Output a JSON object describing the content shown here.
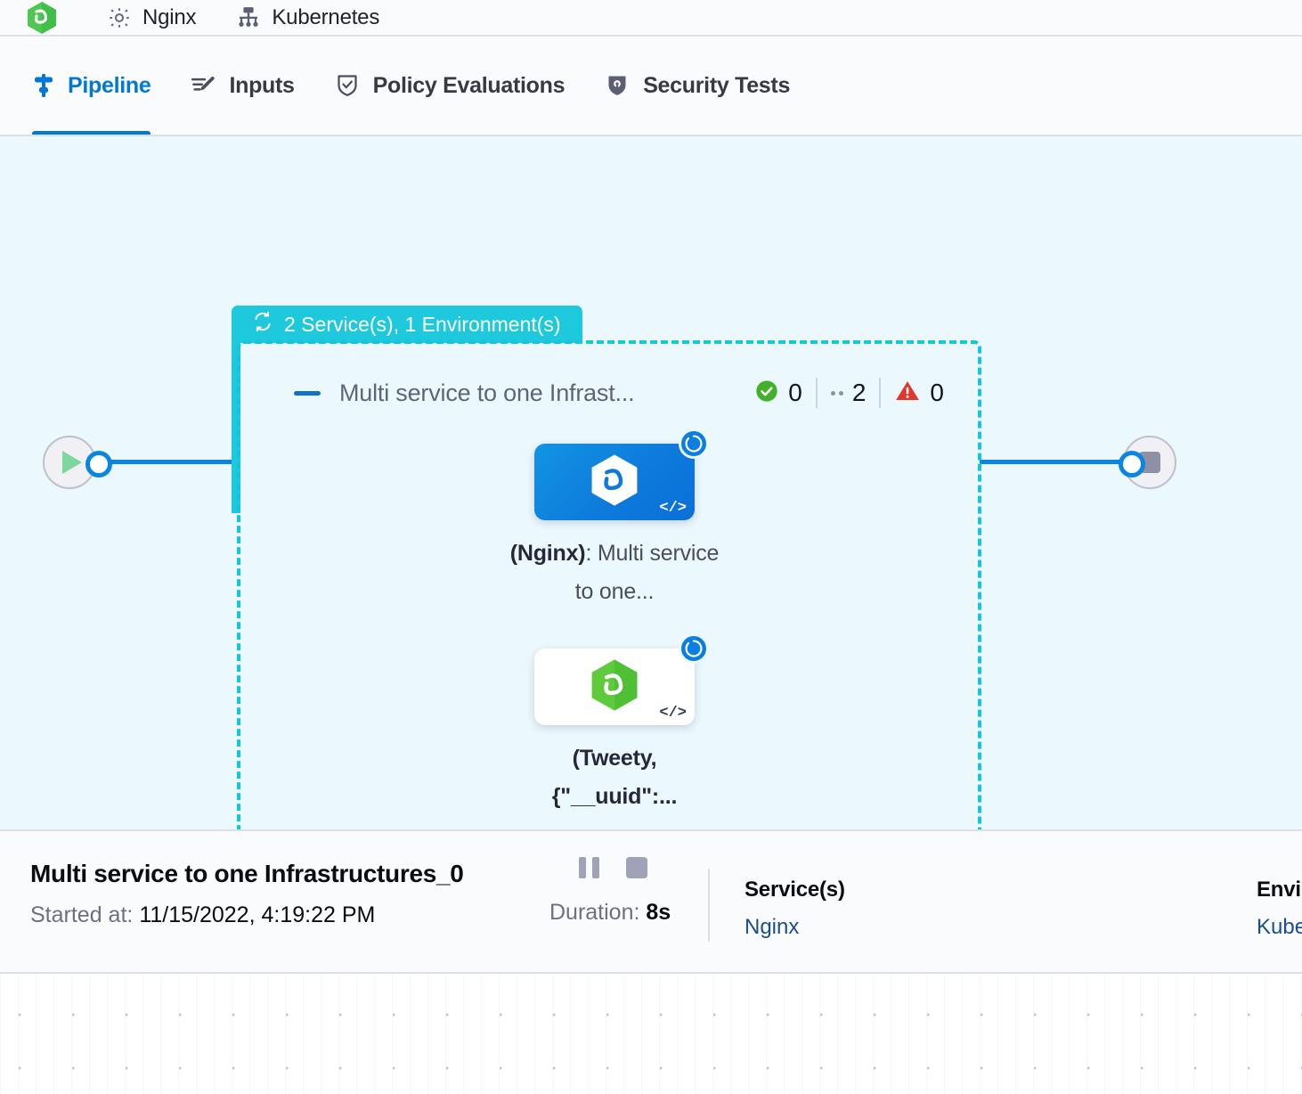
{
  "breadcrumb": {
    "items": [
      {
        "icon": "harness-hex-logo",
        "label": ""
      },
      {
        "icon": "gear-icon",
        "label": "Nginx"
      },
      {
        "icon": "infrastructure-icon",
        "label": "Kubernetes"
      }
    ]
  },
  "tabs": [
    {
      "id": "pipeline",
      "label": "Pipeline",
      "icon": "pipeline-icon",
      "active": true
    },
    {
      "id": "inputs",
      "label": "Inputs",
      "icon": "inputs-pencil-icon",
      "active": false
    },
    {
      "id": "policy-evaluations",
      "label": "Policy Evaluations",
      "icon": "shield-check-icon",
      "active": false
    },
    {
      "id": "security-tests",
      "label": "Security Tests",
      "icon": "shield-lock-icon",
      "active": false
    }
  ],
  "canvas": {
    "start_node": {
      "name": "start-node",
      "icon": "play-icon"
    },
    "end_node": {
      "name": "end-node",
      "icon": "stop-icon"
    },
    "group": {
      "badge_label": "2 Service(s), 1 Environment(s)",
      "badge_icon": "matrix-loop-icon",
      "title": "Multi service to one Infrast...",
      "counts": {
        "success": "0",
        "running": "2",
        "failed": "0"
      },
      "steps": [
        {
          "id": "nginx-step",
          "label_bold": "(Nginx)",
          "label_rest": ": Multi service to one...",
          "card_style": "blue",
          "logo": "harness-hex-white",
          "code_glyph": "</>",
          "status": "running"
        },
        {
          "id": "tweety-step",
          "label_bold": "(Tweety,",
          "label_rest": "{\"__uuid\":...",
          "card_style": "white",
          "logo": "harness-hex-green",
          "code_glyph": "</>",
          "status": "running"
        }
      ]
    }
  },
  "detail": {
    "title": "Multi service to one Infrastructures_0",
    "started_label": "Started at:",
    "started_value": "11/15/2022, 4:19:22 PM",
    "duration_label": "Duration:",
    "duration_value": "8s",
    "pause_button": "pause",
    "stop_button": "stop",
    "services_label": "Service(s)",
    "services_value": "Nginx",
    "environments_label": "Envi",
    "environments_value": "Kube"
  },
  "colors": {
    "accent_blue": "#0278D5",
    "group_cyan": "#14C6DC",
    "canvas_bg": "#EBF8FD",
    "link_blue": "#1A4D8F",
    "success_green": "#43B02A",
    "error_red": "#E5342A"
  }
}
